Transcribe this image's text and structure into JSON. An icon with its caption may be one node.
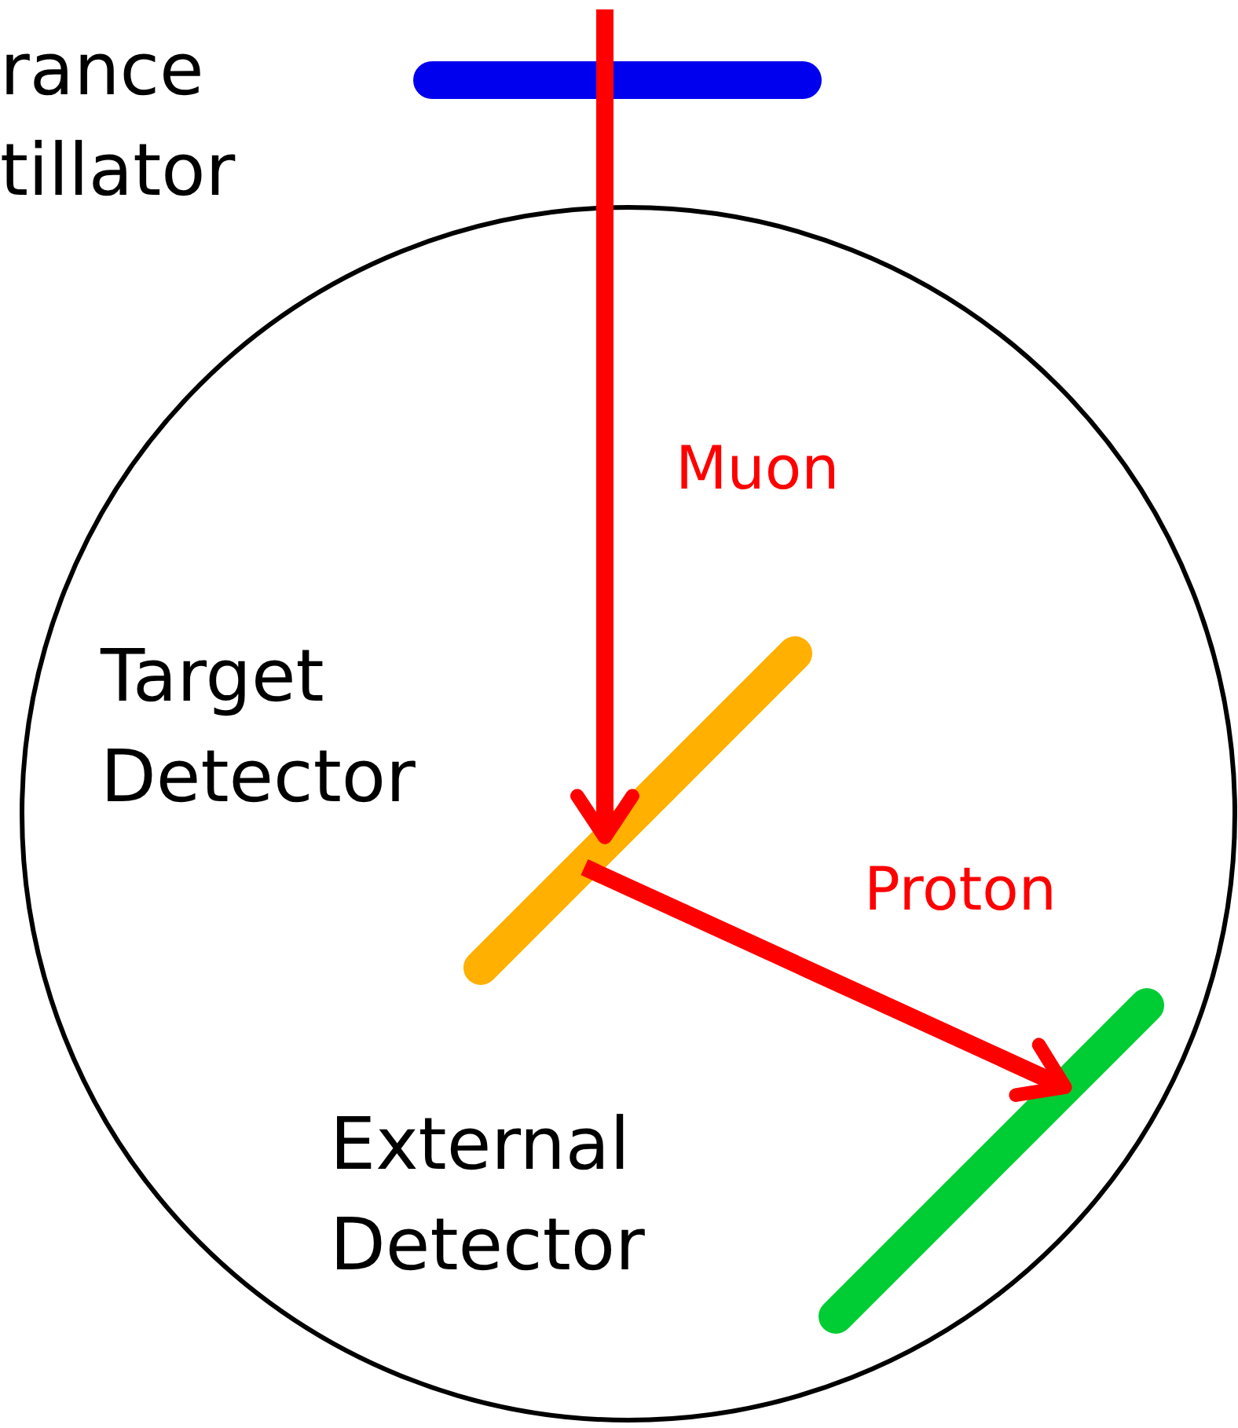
{
  "diagram": {
    "nodes": [
      {
        "text": [],
        "shape": "circle"
      },
      {
        "text": [],
        "shape": "bar"
      },
      {
        "text": [],
        "shape": "bar",
        "in": 0
      },
      {
        "text": [],
        "shape": "bar",
        "in": 0
      }
    ],
    "edges": [
      {
        "from": null,
        "to": 2,
        "arrow": "to",
        "label": "Muon"
      },
      {
        "from": 2,
        "to": 3,
        "arrow": "to",
        "label": "Proton"
      }
    ],
    "labels": [
      "rance tillator",
      "Target Detector",
      "External Detector"
    ]
  }
}
